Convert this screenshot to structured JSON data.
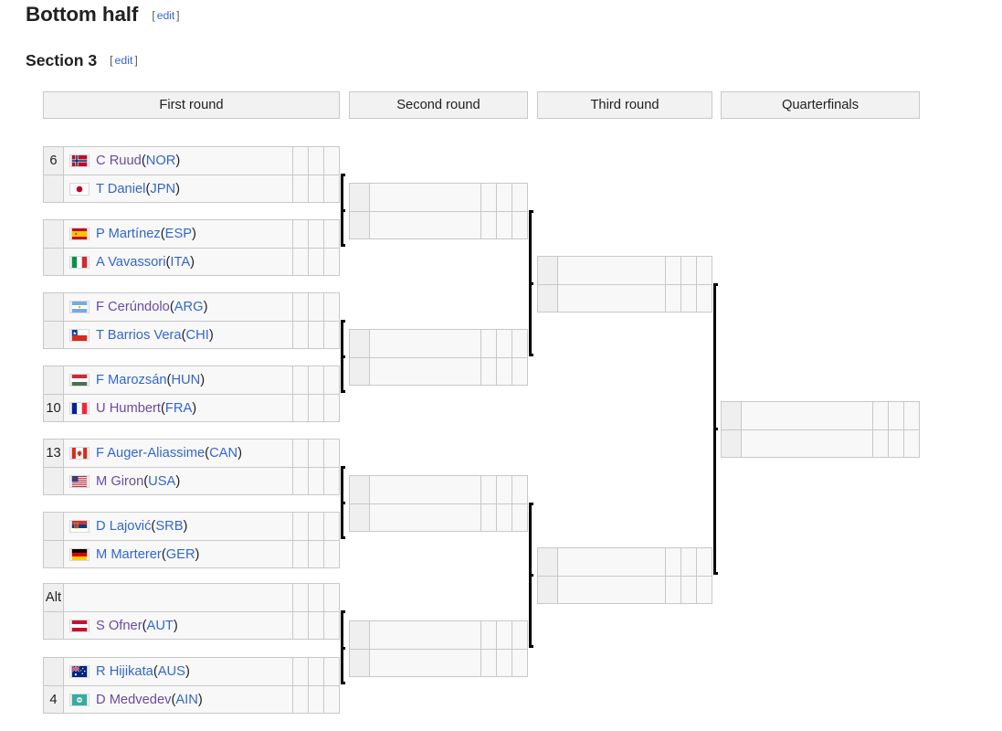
{
  "page": {
    "bottom_half_title": "Bottom half",
    "section_title": "Section 3",
    "edit_label": "edit",
    "bracket_open": "[",
    "bracket_close": "]"
  },
  "rounds": [
    {
      "id": "first-round",
      "label": "First round"
    },
    {
      "id": "second-round",
      "label": "Second round"
    },
    {
      "id": "third-round",
      "label": "Third round"
    },
    {
      "id": "quarterfinals",
      "label": "Quarterfinals"
    }
  ],
  "colors": {
    "link": "#3366cc",
    "visited_link": "#6b4ba1",
    "header_bg": "#f2f2f2",
    "cell_bg": "#f8f8f8",
    "seed_bg": "#efefef",
    "border": "#c8c8c8",
    "connector": "#000000"
  },
  "first_round": [
    {
      "match_id": "r1-m1",
      "players": [
        {
          "seed": "6",
          "name": "C Ruud",
          "country": "NOR",
          "flag": "norway-flag",
          "visited": true,
          "scores": [
            "",
            "",
            ""
          ]
        },
        {
          "seed": "",
          "name": "T Daniel",
          "country": "JPN",
          "flag": "japan-flag",
          "visited": false,
          "scores": [
            "",
            "",
            ""
          ]
        }
      ]
    },
    {
      "match_id": "r1-m2",
      "players": [
        {
          "seed": "",
          "name": "P Martínez",
          "country": "ESP",
          "flag": "spain-flag",
          "visited": false,
          "scores": [
            "",
            "",
            ""
          ]
        },
        {
          "seed": "",
          "name": "A Vavassori",
          "country": "ITA",
          "flag": "italy-flag",
          "visited": false,
          "scores": [
            "",
            "",
            ""
          ]
        }
      ]
    },
    {
      "match_id": "r1-m3",
      "players": [
        {
          "seed": "",
          "name": "F Cerúndolo",
          "country": "ARG",
          "flag": "argentina-flag",
          "visited": true,
          "scores": [
            "",
            "",
            ""
          ]
        },
        {
          "seed": "",
          "name": "T Barrios Vera",
          "country": "CHI",
          "flag": "chile-flag",
          "visited": false,
          "scores": [
            "",
            "",
            ""
          ]
        }
      ]
    },
    {
      "match_id": "r1-m4",
      "players": [
        {
          "seed": "",
          "name": "F Marozsán",
          "country": "HUN",
          "flag": "hungary-flag",
          "visited": false,
          "scores": [
            "",
            "",
            ""
          ]
        },
        {
          "seed": "10",
          "name": "U Humbert",
          "country": "FRA",
          "flag": "france-flag",
          "visited": true,
          "scores": [
            "",
            "",
            ""
          ]
        }
      ]
    },
    {
      "match_id": "r1-m5",
      "players": [
        {
          "seed": "13",
          "name": "F Auger-Aliassime",
          "country": "CAN",
          "flag": "canada-flag",
          "visited": false,
          "scores": [
            "",
            "",
            ""
          ]
        },
        {
          "seed": "",
          "name": "M Giron",
          "country": "USA",
          "flag": "usa-flag",
          "visited": true,
          "scores": [
            "",
            "",
            ""
          ]
        }
      ]
    },
    {
      "match_id": "r1-m6",
      "players": [
        {
          "seed": "",
          "name": "D Lajović",
          "country": "SRB",
          "flag": "serbia-flag",
          "visited": false,
          "scores": [
            "",
            "",
            ""
          ]
        },
        {
          "seed": "",
          "name": "M Marterer",
          "country": "GER",
          "flag": "germany-flag",
          "visited": false,
          "scores": [
            "",
            "",
            ""
          ]
        }
      ]
    },
    {
      "match_id": "r1-m7",
      "players": [
        {
          "seed": "Alt",
          "name": "",
          "country": "",
          "flag": "",
          "visited": false,
          "scores": [
            "",
            "",
            ""
          ]
        },
        {
          "seed": "",
          "name": "S Ofner",
          "country": "AUT",
          "flag": "austria-flag",
          "visited": true,
          "scores": [
            "",
            "",
            ""
          ]
        }
      ]
    },
    {
      "match_id": "r1-m8",
      "players": [
        {
          "seed": "",
          "name": "R Hijikata",
          "country": "AUS",
          "flag": "australia-flag",
          "visited": false,
          "scores": [
            "",
            "",
            ""
          ]
        },
        {
          "seed": "4",
          "name": "D Medvedev",
          "country": "AIN",
          "flag": "ain-flag",
          "visited": true,
          "scores": [
            "",
            "",
            ""
          ]
        }
      ]
    }
  ],
  "second_round": [
    {
      "match_id": "r2-m1",
      "players": [
        {
          "seed": "",
          "name": "",
          "country": "",
          "flag": "",
          "scores": [
            "",
            "",
            ""
          ]
        },
        {
          "seed": "",
          "name": "",
          "country": "",
          "flag": "",
          "scores": [
            "",
            "",
            ""
          ]
        }
      ]
    },
    {
      "match_id": "r2-m2",
      "players": [
        {
          "seed": "",
          "name": "",
          "country": "",
          "flag": "",
          "scores": [
            "",
            "",
            ""
          ]
        },
        {
          "seed": "",
          "name": "",
          "country": "",
          "flag": "",
          "scores": [
            "",
            "",
            ""
          ]
        }
      ]
    },
    {
      "match_id": "r2-m3",
      "players": [
        {
          "seed": "",
          "name": "",
          "country": "",
          "flag": "",
          "scores": [
            "",
            "",
            ""
          ]
        },
        {
          "seed": "",
          "name": "",
          "country": "",
          "flag": "",
          "scores": [
            "",
            "",
            ""
          ]
        }
      ]
    },
    {
      "match_id": "r2-m4",
      "players": [
        {
          "seed": "",
          "name": "",
          "country": "",
          "flag": "",
          "scores": [
            "",
            "",
            ""
          ]
        },
        {
          "seed": "",
          "name": "",
          "country": "",
          "flag": "",
          "scores": [
            "",
            "",
            ""
          ]
        }
      ]
    }
  ],
  "third_round": [
    {
      "match_id": "r3-m1",
      "players": [
        {
          "seed": "",
          "name": "",
          "country": "",
          "flag": "",
          "scores": [
            "",
            "",
            ""
          ]
        },
        {
          "seed": "",
          "name": "",
          "country": "",
          "flag": "",
          "scores": [
            "",
            "",
            ""
          ]
        }
      ]
    },
    {
      "match_id": "r3-m2",
      "players": [
        {
          "seed": "",
          "name": "",
          "country": "",
          "flag": "",
          "scores": [
            "",
            "",
            ""
          ]
        },
        {
          "seed": "",
          "name": "",
          "country": "",
          "flag": "",
          "scores": [
            "",
            "",
            ""
          ]
        }
      ]
    }
  ],
  "quarterfinals": [
    {
      "match_id": "qf-m1",
      "players": [
        {
          "seed": "",
          "name": "",
          "country": "",
          "flag": "",
          "scores": [
            "",
            "",
            ""
          ]
        },
        {
          "seed": "",
          "name": "",
          "country": "",
          "flag": "",
          "scores": [
            "",
            "",
            ""
          ]
        }
      ]
    }
  ]
}
